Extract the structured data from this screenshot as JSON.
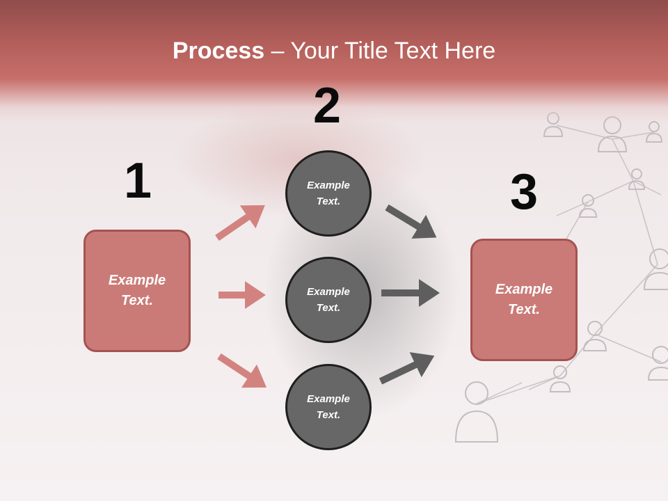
{
  "slide": {
    "title_bold": "Process",
    "title_rest": " – Your Title Text Here"
  },
  "steps": {
    "one": {
      "number": "1",
      "text_line1": "Example",
      "text_line2": "Text."
    },
    "two": {
      "number": "2"
    },
    "three": {
      "number": "3",
      "text_line1": "Example",
      "text_line2": "Text."
    }
  },
  "circles": [
    {
      "text_line1": "Example",
      "text_line2": "Text."
    },
    {
      "text_line1": "Example",
      "text_line2": "Text."
    },
    {
      "text_line1": "Example",
      "text_line2": "Text."
    }
  ],
  "colors": {
    "header": "#b35e5a",
    "box_fill": "#cb7b77",
    "circle_fill": "#676767",
    "pink_arrow": "#d3837f",
    "gray_arrow": "#5e5e5e"
  }
}
